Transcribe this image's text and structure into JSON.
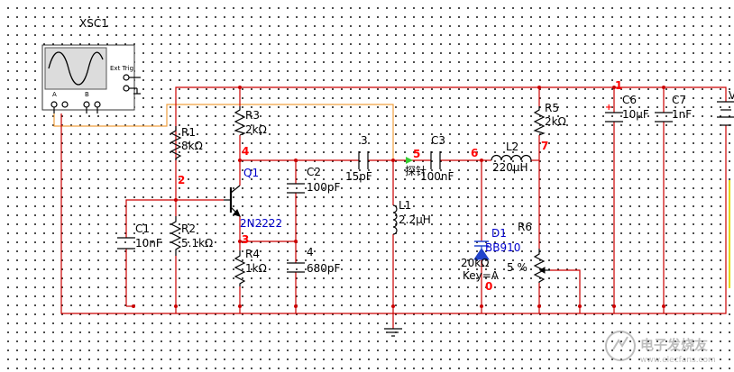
{
  "scope": {
    "name": "XSC1",
    "ext_trig": "Ext Trig",
    "a": "A",
    "b": "B"
  },
  "components": {
    "r1": {
      "ref": "R1",
      "value": "8kΩ"
    },
    "r2": {
      "ref": "R2",
      "value": "5.1kΩ"
    },
    "r3": {
      "ref": "R3",
      "value": "2kΩ"
    },
    "r4": {
      "ref": "R4",
      "value": "1kΩ"
    },
    "r5": {
      "ref": "R5",
      "value": "2kΩ"
    },
    "r6": {
      "ref": "R6",
      "value": "20kΩ",
      "key": "Key=A",
      "pct": "5 %"
    },
    "c1": {
      "ref": "C1",
      "value": "10nF"
    },
    "c2": {
      "ref": "C2",
      "value": "100pF"
    },
    "c3": {
      "ref": "C3",
      "value": "100nF"
    },
    "c4": {
      "ref": "4",
      "value": "680pF"
    },
    "c5": {
      "ref": "3",
      "value": "15pF"
    },
    "c6": {
      "ref": "C6",
      "value": "10µF"
    },
    "c7": {
      "ref": "C7",
      "value": "1nF"
    },
    "l1": {
      "ref": "L1",
      "value": "2.2µH"
    },
    "l2": {
      "ref": "L2",
      "value": "220µH"
    },
    "q1": {
      "ref": "Q1",
      "value": "2N2222"
    },
    "d1": {
      "ref": "D1",
      "value": "BB910"
    },
    "v1": {
      "ref": "V"
    }
  },
  "nodes": [
    "1",
    "2",
    "3",
    "4",
    "5",
    "6",
    "7",
    "0"
  ],
  "probe_label": "探针",
  "watermark": "电子发烧友",
  "watermark_url": "www.elecfans.com",
  "colors": {
    "wire": "#cc0000",
    "probe_wire": "#f0a040",
    "node_label": "#ff0000",
    "part_label": "#0000cc"
  }
}
